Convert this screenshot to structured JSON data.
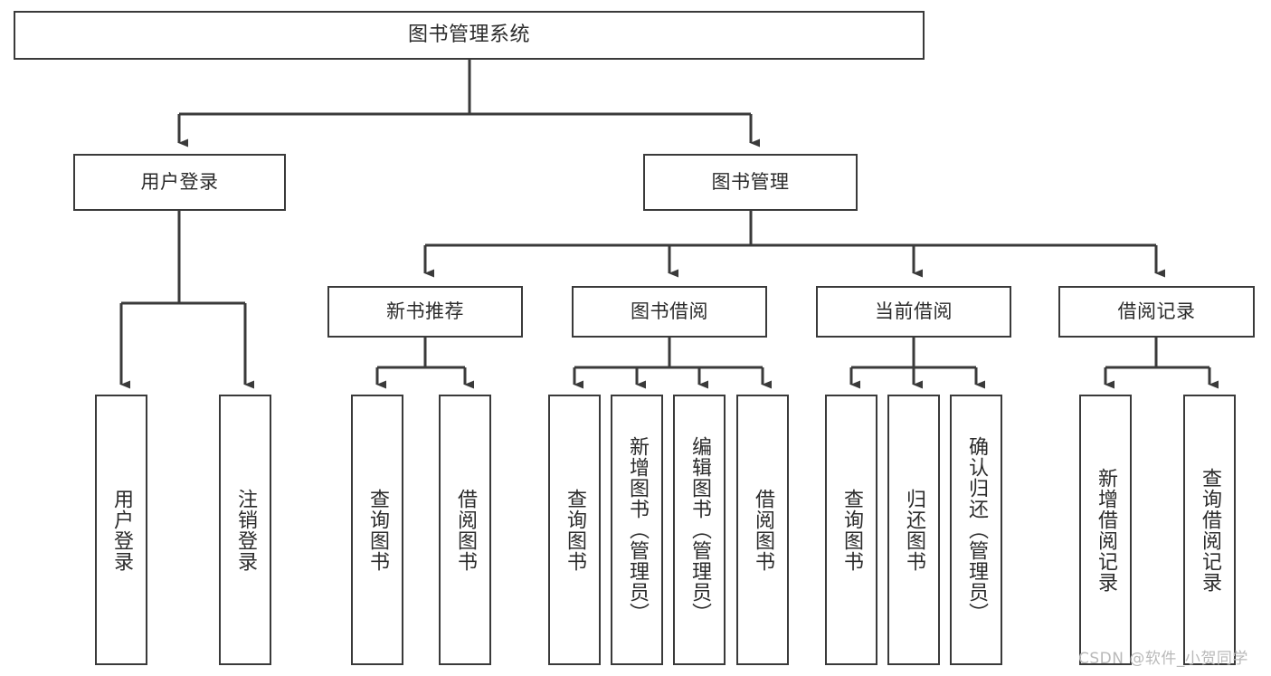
{
  "diagram": {
    "title": "图书管理系统",
    "type": "tree-hierarchy",
    "colors": {
      "box_border": "#3a3a3a",
      "box_fill": "#ffffff",
      "edge": "#3a3a3a",
      "text": "#2b2b2b",
      "watermark": "#b9b9b9",
      "background": "#ffffff"
    },
    "nodes": {
      "root": {
        "label": "图书管理系统"
      },
      "level2": [
        {
          "label": "用户登录"
        },
        {
          "label": "图书管理"
        }
      ],
      "level3": [
        {
          "label": "新书推荐"
        },
        {
          "label": "图书借阅"
        },
        {
          "label": "当前借阅"
        },
        {
          "label": "借阅记录"
        }
      ],
      "leaves": {
        "user_login": [
          {
            "label": "用户登录"
          },
          {
            "label": "注销登录"
          }
        ],
        "new_book": [
          {
            "label": "查询图书"
          },
          {
            "label": "借阅图书"
          }
        ],
        "borrow_book": [
          {
            "label": "查询图书"
          },
          {
            "label": "新增图书（管理员）"
          },
          {
            "label": "编辑图书（管理员）"
          },
          {
            "label": "借阅图书"
          }
        ],
        "current_borrow": [
          {
            "label": "查询图书"
          },
          {
            "label": "归还图书"
          },
          {
            "label": "确认归还（管理员）"
          }
        ],
        "borrow_record": [
          {
            "label": "新增借阅记录"
          },
          {
            "label": "查询借阅记录"
          }
        ]
      }
    },
    "watermark": "CSDN @软件_小贺同学"
  }
}
